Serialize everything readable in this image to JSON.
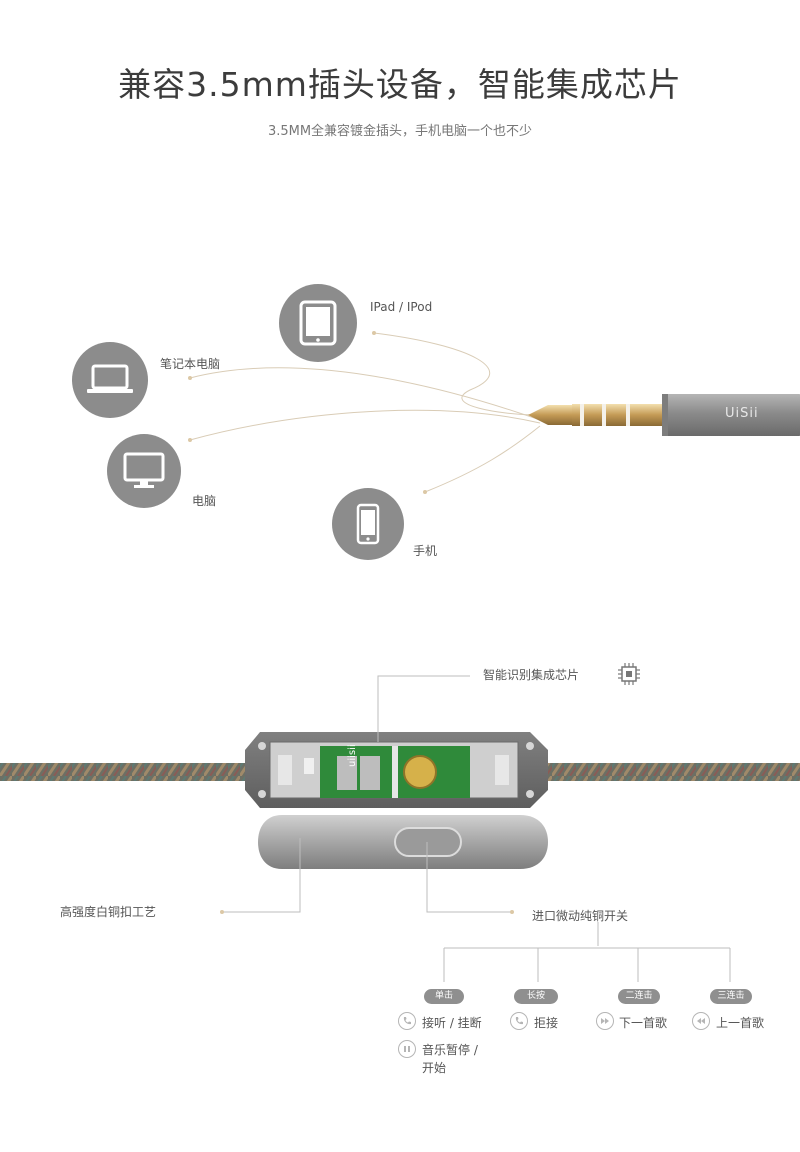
{
  "header": {
    "title": "兼容3.5mm插头设备，智能集成芯片",
    "subtitle": "3.5MM全兼容镀金插头，手机电脑一个也不少"
  },
  "devices": {
    "ipad": "IPad / IPod",
    "laptop": "笔记本电脑",
    "desktop": "电脑",
    "phone": "手机"
  },
  "plug": {
    "brand": "UiSii"
  },
  "board": {
    "brand": "uiisii"
  },
  "callouts": {
    "chip": "智能识别集成芯片",
    "craft": "高强度白铜扣工艺",
    "switch": "进口微动纯铜开关"
  },
  "functions": [
    {
      "badge": "单击",
      "icon": "phone-icon",
      "label": "接听 / 挂断",
      "icon2": "pause-icon",
      "label2a": "音乐暂停 /",
      "label2b": "开始"
    },
    {
      "badge": "长按",
      "icon": "phone-reject-icon",
      "label": "拒接"
    },
    {
      "badge": "二连击",
      "icon": "next-track-icon",
      "label": "下一首歌"
    },
    {
      "badge": "三连击",
      "icon": "prev-track-icon",
      "label": "上一首歌"
    }
  ],
  "colors": {
    "gold": "#c9a96b",
    "metal": "#8e8e8e",
    "pcb": "#2f8a3a",
    "cable": "#6b6e62"
  }
}
